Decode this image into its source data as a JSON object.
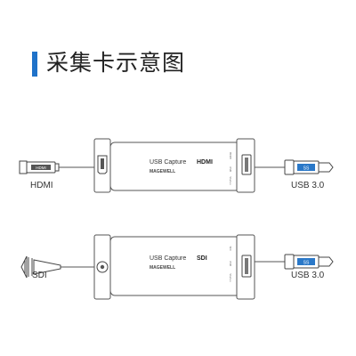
{
  "title": "采集卡示意图",
  "colors": {
    "accent": "#1f72c9",
    "line": "#555555",
    "usb_blue": "#2a78c8"
  },
  "rows": [
    {
      "input_label": "HDMI",
      "device_name": "USB Capture",
      "device_model": "HDMI",
      "brand": "MAGEWELL",
      "output_label": "USB 3.0"
    },
    {
      "input_label": "SDI",
      "device_name": "USB Capture",
      "device_model": "SDI",
      "brand": "MAGEWELL",
      "output_label": "USB 3.0"
    }
  ]
}
